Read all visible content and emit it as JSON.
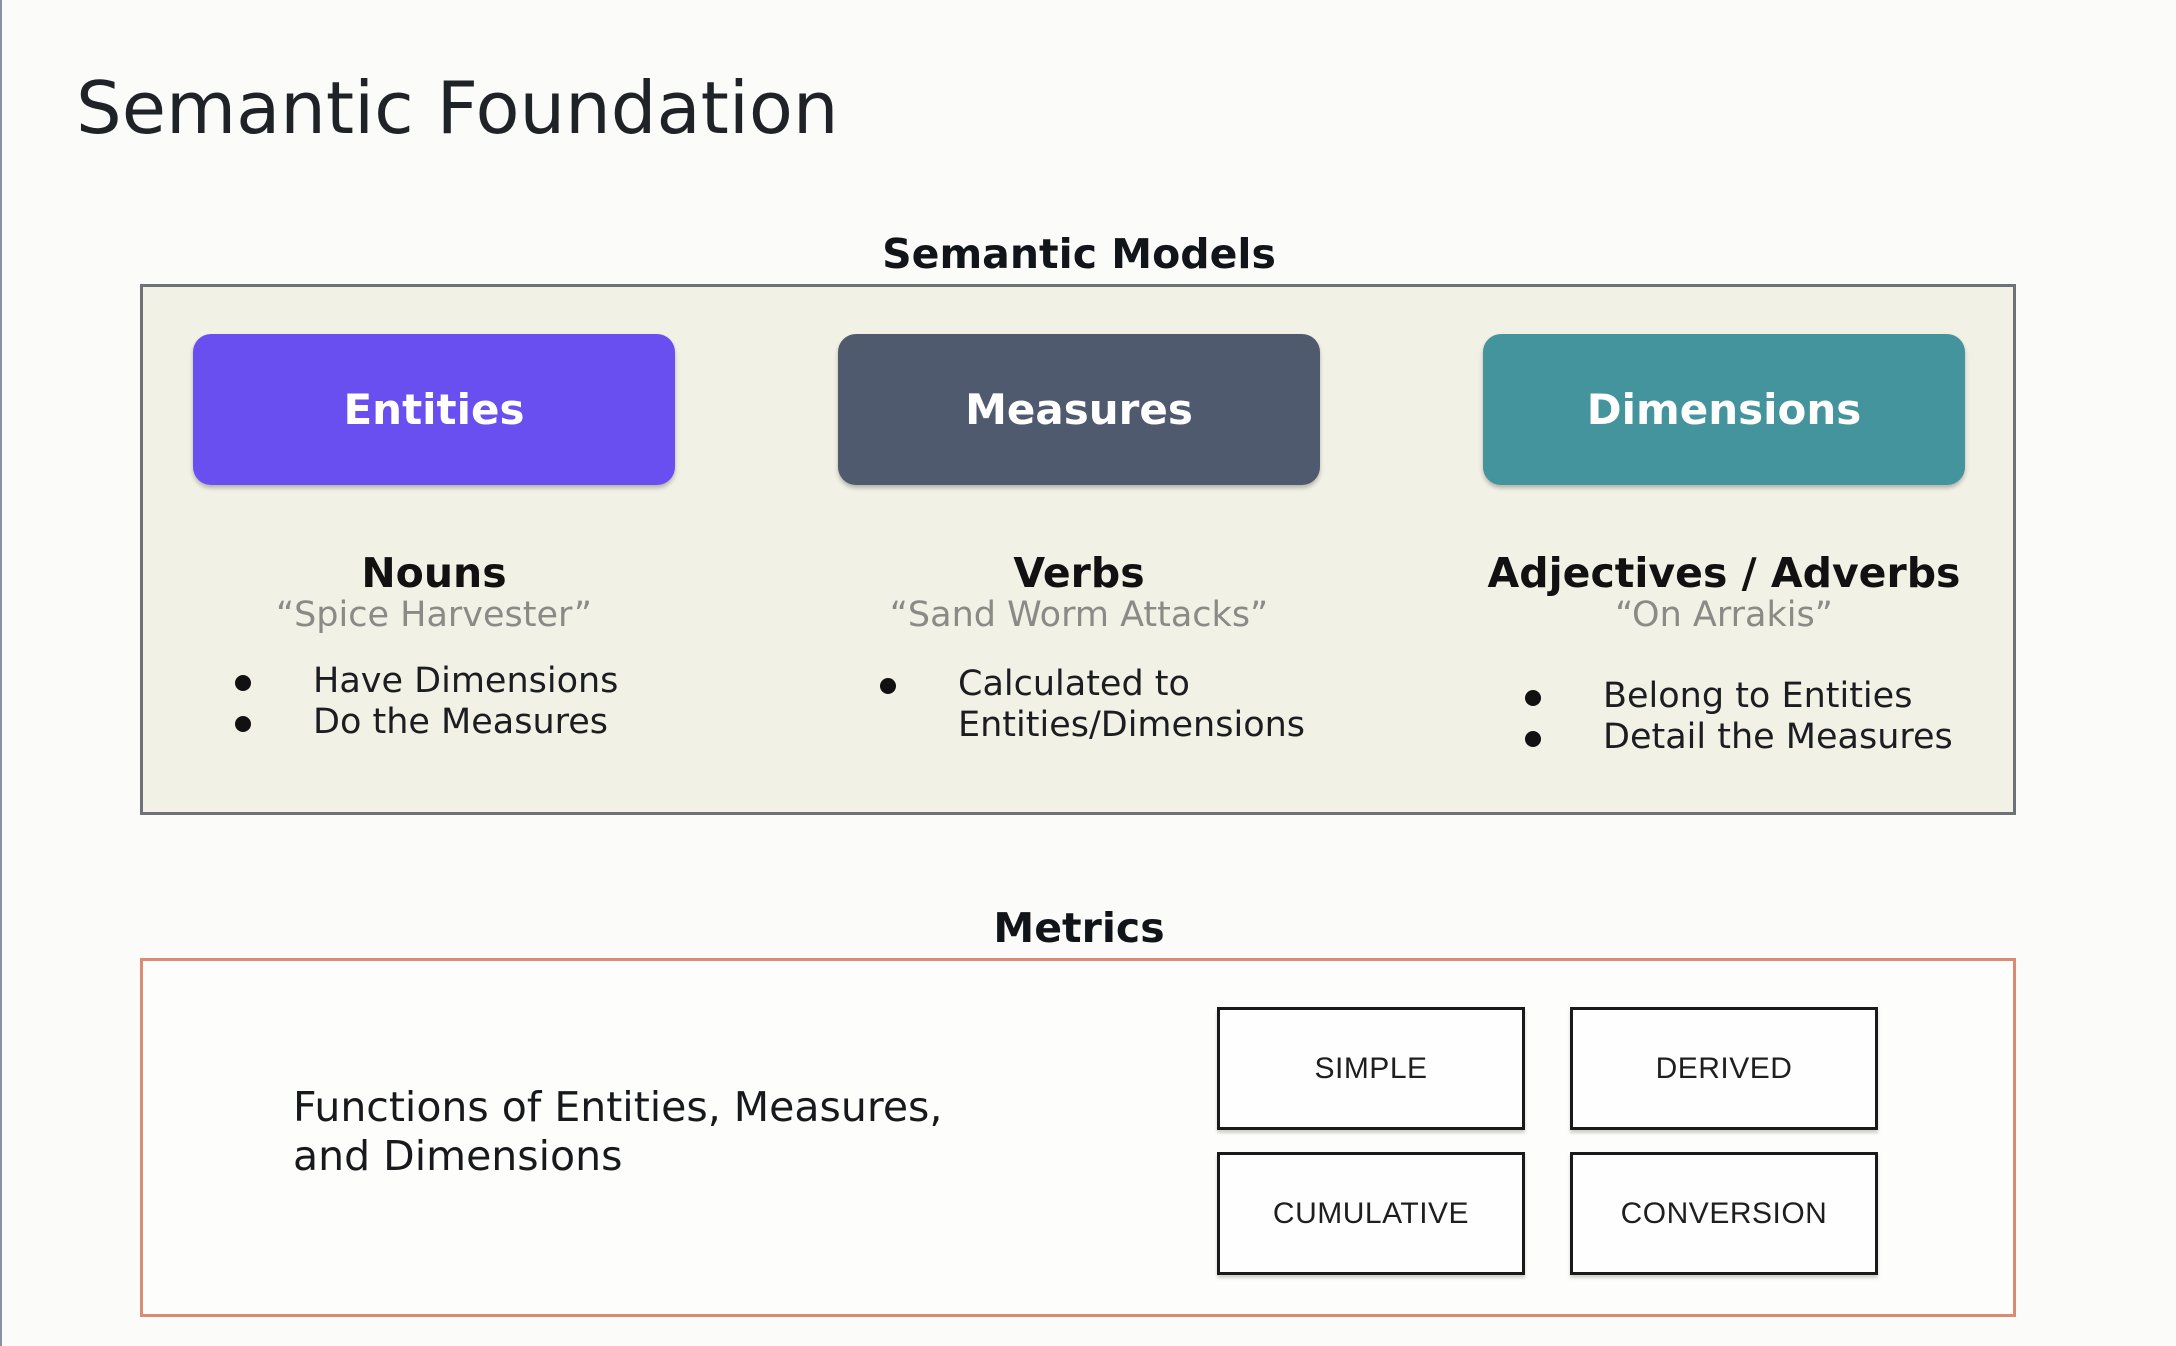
{
  "page": {
    "title": "Semantic Foundation"
  },
  "semantic_models": {
    "label": "Semantic Models",
    "columns": [
      {
        "pill_label": "Entities",
        "pill_color": "#6a4ff0",
        "word_type": "Nouns",
        "example": "“Spice Harvester”",
        "bullets": [
          "Have Dimensions",
          "Do the Measures"
        ]
      },
      {
        "pill_label": "Measures",
        "pill_color": "#505a6e",
        "word_type": "Verbs",
        "example": "“Sand Worm Attacks”",
        "bullets": [
          "Calculated to",
          "Entities/Dimensions"
        ]
      },
      {
        "pill_label": "Dimensions",
        "pill_color": "#43949c",
        "word_type": "Adjectives / Adverbs",
        "example": "“On Arrakis”",
        "bullets": [
          "Belong to Entities",
          "Detail the Measures"
        ]
      }
    ]
  },
  "metrics": {
    "label": "Metrics",
    "description_line1": "Functions of Entities, Measures,",
    "description_line2": "and Dimensions",
    "types": [
      "SIMPLE",
      "DERIVED",
      "CUMULATIVE",
      "CONVERSION"
    ]
  },
  "colors": {
    "models_panel_bg": "#f2f1e6",
    "models_panel_border": "#6e7278",
    "metrics_panel_border": "#d98b73"
  }
}
